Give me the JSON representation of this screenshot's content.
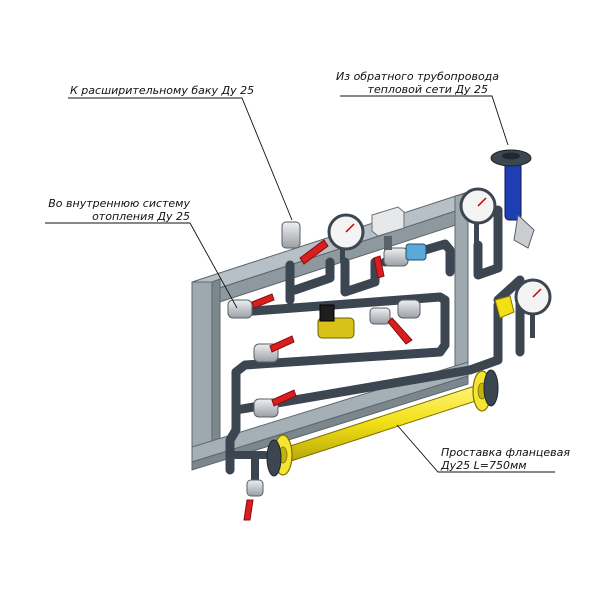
{
  "labels": {
    "expansion_tank": "К расширительному баку Ду 25",
    "internal_system": [
      "Во внутреннюю систему",
      "отопления Ду 25"
    ],
    "return_pipeline": [
      "Из обратного трубопровода",
      "тепловой сети Ду 25"
    ],
    "flanged_spool": [
      "Проставка фланцевая",
      "Ду25 L=750мм"
    ]
  },
  "colors": {
    "pipe": "#3c4650",
    "frame": "#8f9ba3",
    "valve_handle": "#d81e1e",
    "spool": "#f2e014",
    "fitting": "#c9ccd0",
    "solenoid": "#d8c21a",
    "meter": "#5aa8d8",
    "check_valve": "#1e3fb4",
    "gauge_face": "#f4f4f4"
  }
}
